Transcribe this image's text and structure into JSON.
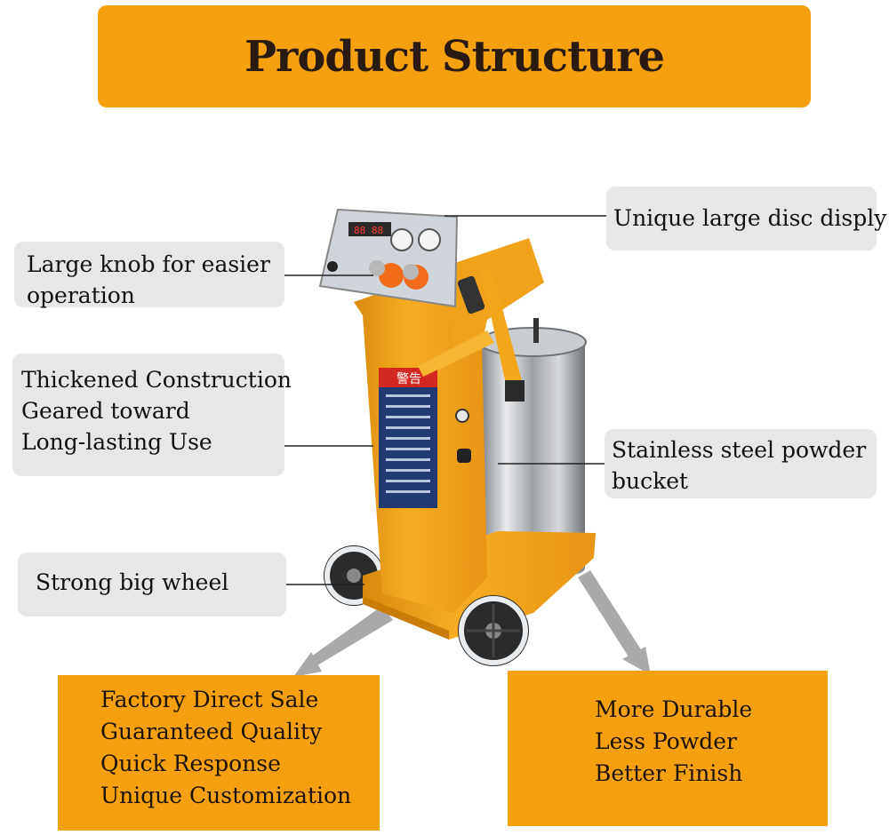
{
  "title": "Product Structure",
  "callouts": {
    "knob": [
      "Large knob for easier",
      "operation"
    ],
    "thickened": [
      "Thickened Construction",
      "Geared toward",
      "Long-lasting Use"
    ],
    "wheel": [
      "Strong big wheel"
    ],
    "disc": [
      "Unique large disc disply"
    ],
    "bucket": [
      "Stainless steel powder",
      "bucket"
    ]
  },
  "bottom_left": [
    "Factory Direct Sale",
    "Guaranteed Quality",
    "Quick Response",
    "Unique Customization"
  ],
  "bottom_right": [
    "More Durable",
    "Less Powder",
    "Better Finish"
  ],
  "machine_label": "警告",
  "colors": {
    "banner": "#f5a10f",
    "callout_bg": "#e7e7e7",
    "machine_body": "#f2a619",
    "steel": "#b9bcc0"
  }
}
